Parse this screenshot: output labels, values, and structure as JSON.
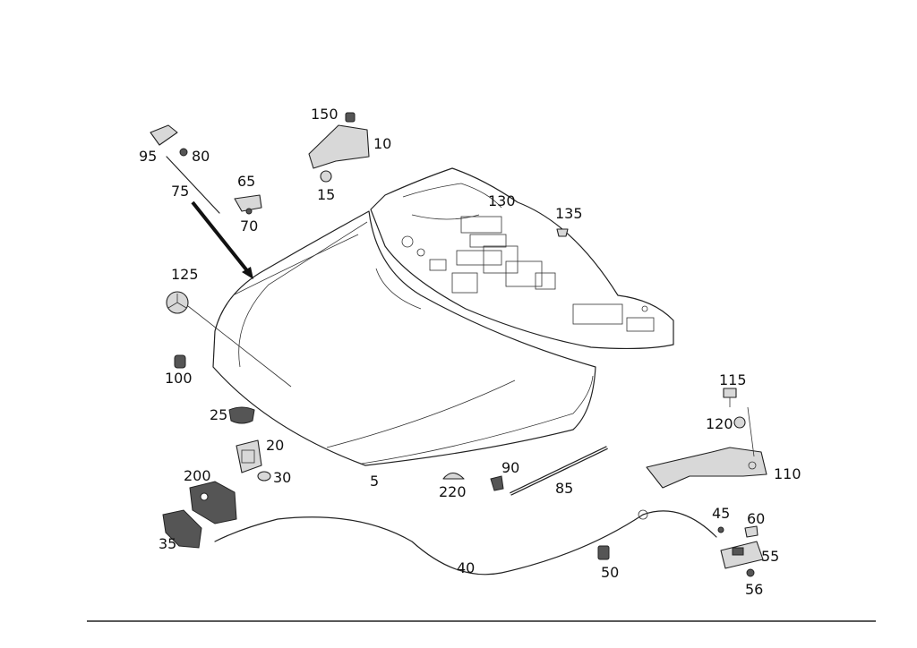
{
  "labels": {
    "p5": "5",
    "p10": "10",
    "p15": "15",
    "p20": "20",
    "p25": "25",
    "p30": "30",
    "p35": "35",
    "p40": "40",
    "p45": "45",
    "p50": "50",
    "p55": "55",
    "p56": "56",
    "p60": "60",
    "p65": "65",
    "p70": "70",
    "p75": "75",
    "p80": "80",
    "p85": "85",
    "p90": "90",
    "p95": "95",
    "p100": "100",
    "p110": "110",
    "p115": "115",
    "p120": "120",
    "p125": "125",
    "p130": "130",
    "p135": "135",
    "p150": "150",
    "p200": "200",
    "p220": "220"
  }
}
